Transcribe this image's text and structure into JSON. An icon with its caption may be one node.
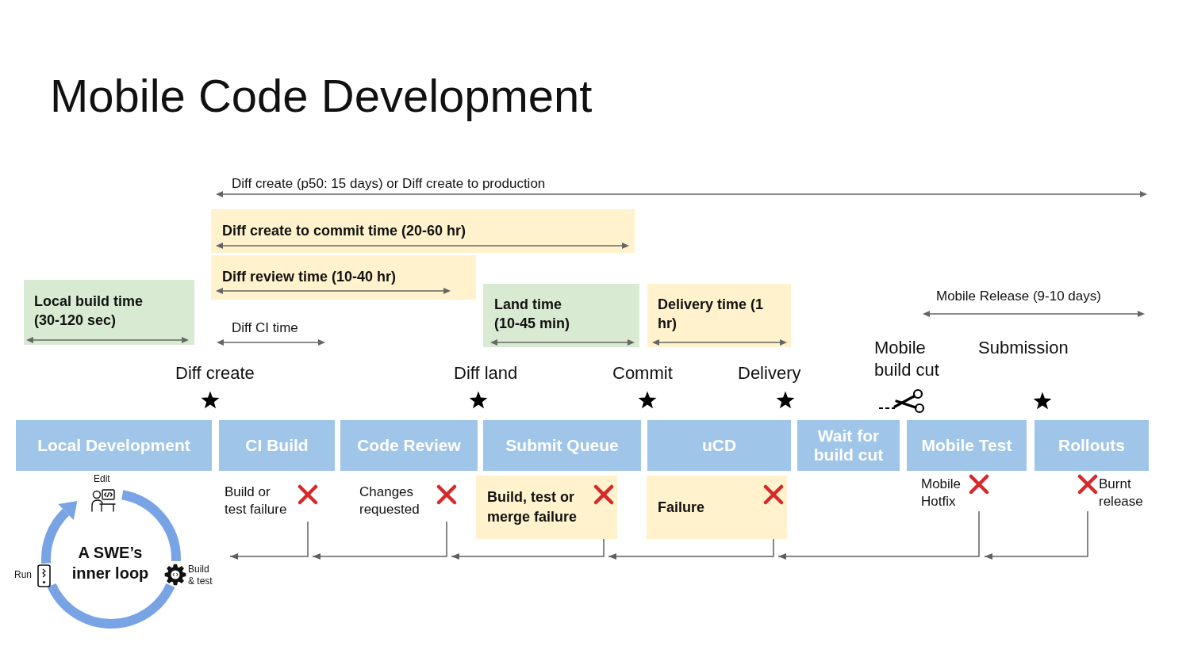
{
  "diagram": {
    "title": "Mobile Code Development",
    "nodes": [
      {
        "text": [
          "Diff create to commit time (20-60 hr)"
        ]
      },
      {
        "text": [
          "Diff review time (10-40 hr)"
        ]
      },
      {
        "text": [
          "Local build time (30-120 sec)"
        ]
      },
      {
        "text": [
          "Land time (10-45 min)"
        ]
      },
      {
        "text": [
          "Delivery time (1 hr)"
        ]
      },
      {
        "text": [
          "Local Development"
        ]
      },
      {
        "text": [
          "CI Build"
        ]
      },
      {
        "text": [
          "Code Review"
        ]
      },
      {
        "text": [
          "Submit Queue"
        ]
      },
      {
        "text": [
          "uCD"
        ]
      },
      {
        "text": [
          "Wait for build cut"
        ]
      },
      {
        "text": [
          "Mobile Test"
        ]
      },
      {
        "text": [
          "Rollouts"
        ]
      },
      {
        "text": [
          "Build or test failure"
        ]
      },
      {
        "text": [
          "Changes requested"
        ]
      },
      {
        "text": [
          "Build, test or merge failure"
        ]
      },
      {
        "text": [
          "Failure"
        ]
      },
      {
        "text": [
          "Mobile Hotfix"
        ]
      },
      {
        "text": [
          "Burnt release"
        ]
      },
      {
        "text": [
          "A SWE’s inner loop"
        ]
      },
      {
        "text": [
          "Build & test"
        ]
      }
    ],
    "edges": [
      {
        "from": 13,
        "to": 20,
        "arrow": "to"
      },
      {
        "from": 14,
        "to": null,
        "arrow": "to"
      },
      {
        "from": 15,
        "to": null,
        "arrow": "to"
      },
      {
        "from": 16,
        "to": 15,
        "arrow": "to"
      },
      {
        "from": 17,
        "to": 16,
        "arrow": "to"
      },
      {
        "from": 18,
        "to": null,
        "arrow": "to"
      }
    ],
    "labels": [
      "Diff create (p50: 15 days) or Diff create to production",
      "Mobile Release (9-10 days)",
      "Diff CI time",
      "Mobile build cut",
      "Submission",
      "Diff create",
      "Diff land",
      "Commit",
      "Delivery",
      "Edit",
      "Run"
    ]
  }
}
